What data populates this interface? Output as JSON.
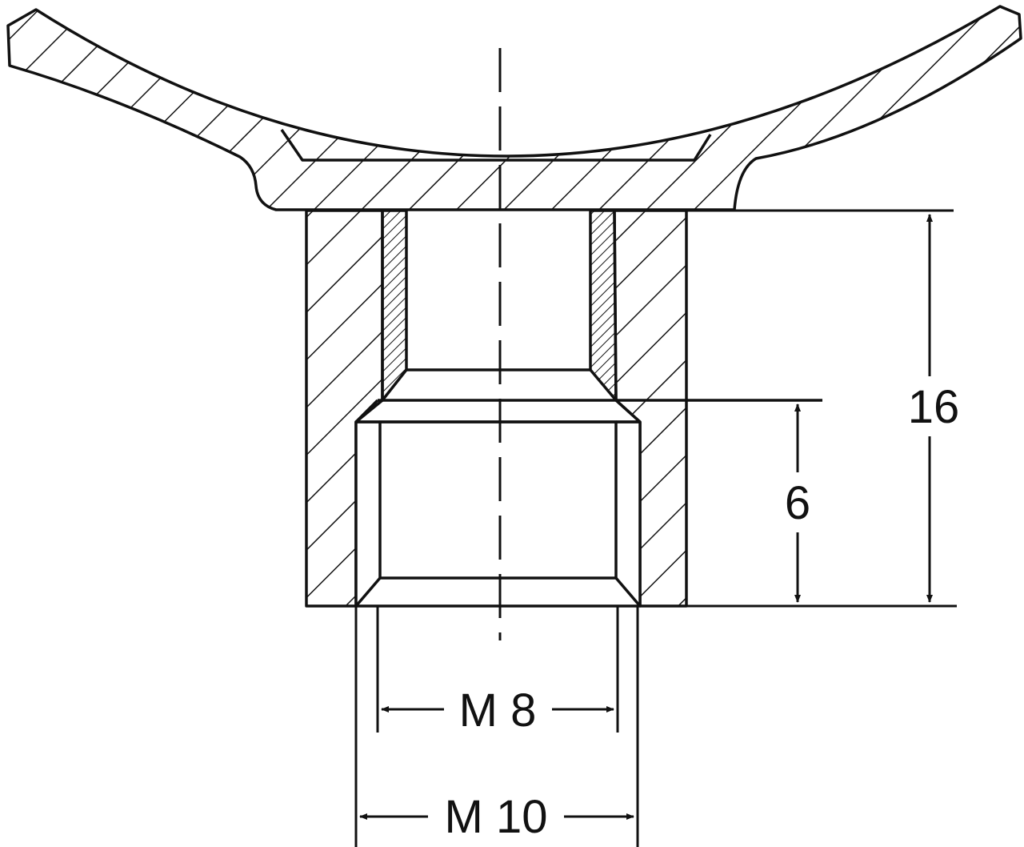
{
  "drawing": {
    "dimensions": {
      "height_total": "16",
      "thread_depth": "6",
      "inner_thread": "M 8",
      "outer_thread": "M 10"
    },
    "colors": {
      "line": "#111111",
      "background": "#ffffff"
    }
  }
}
